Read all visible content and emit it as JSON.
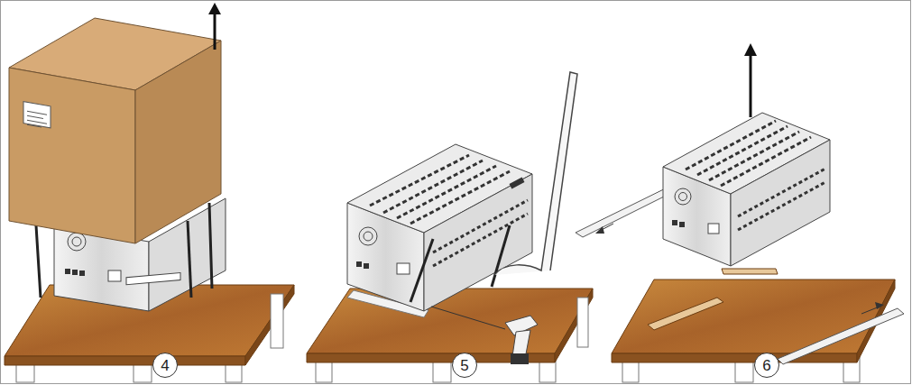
{
  "diagram": {
    "nodes": [
      {
        "text": [
          "4"
        ]
      },
      {
        "text": [
          "5"
        ]
      },
      {
        "text": [
          "6"
        ]
      }
    ]
  }
}
